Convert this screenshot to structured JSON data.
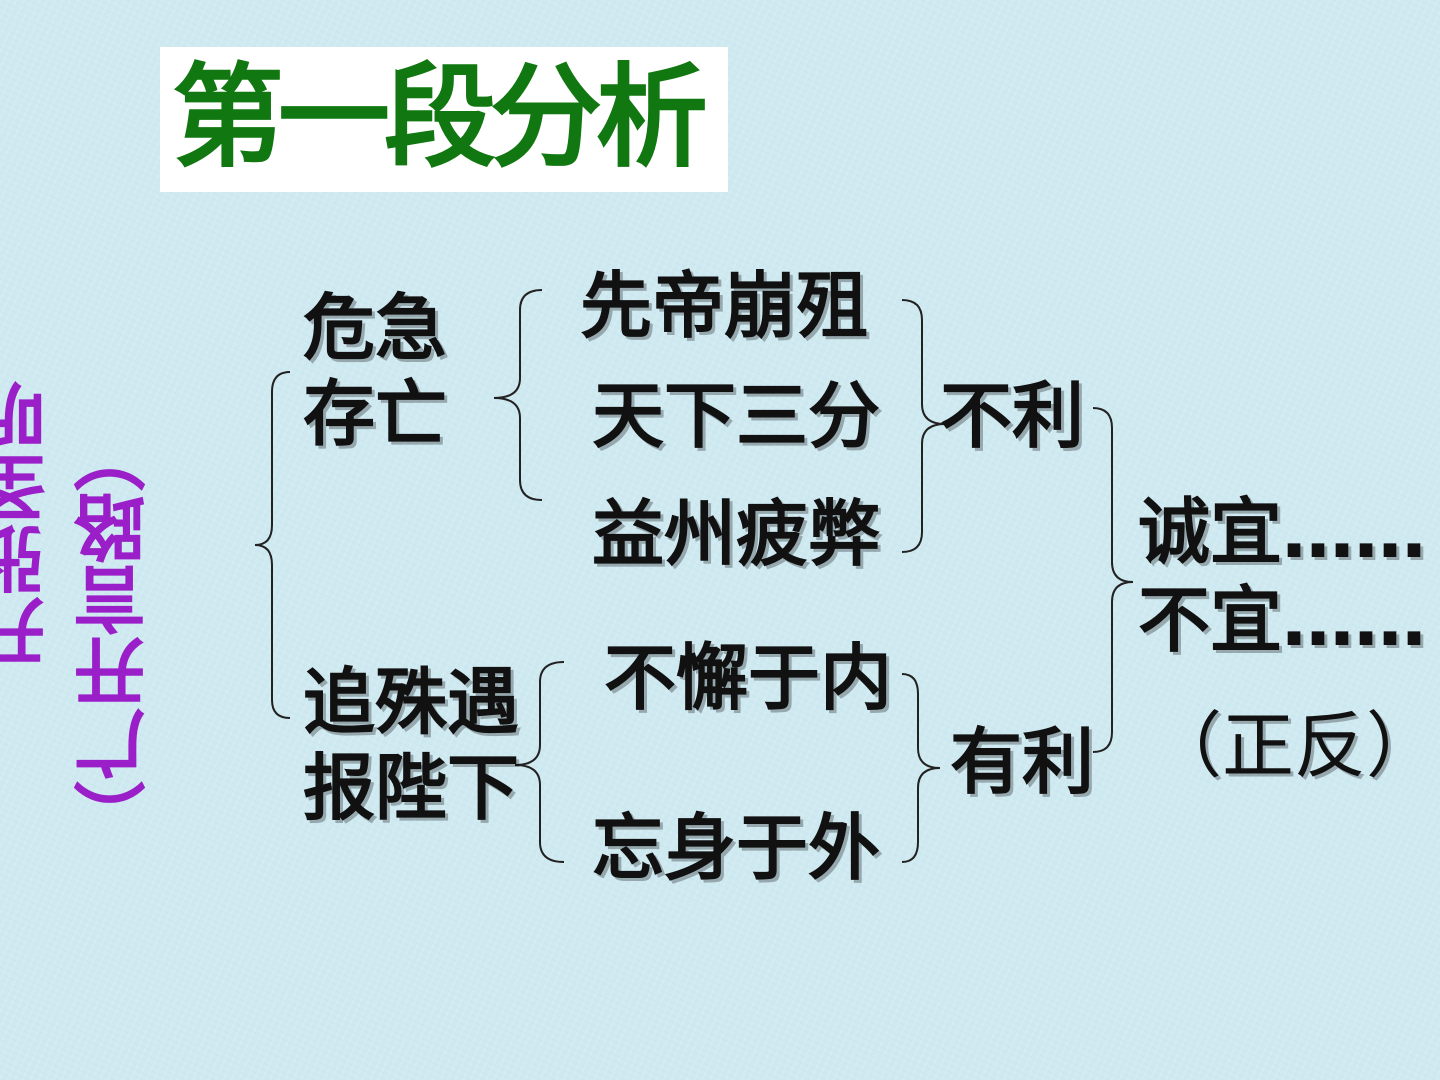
{
  "title": "第一段分析",
  "side_labels": {
    "outer": "开张圣听",
    "inner": "（广开言路）"
  },
  "branches": {
    "top": {
      "label_line1": "危急",
      "label_line2": "存亡"
    },
    "bottom": {
      "label_line1": "追殊遇",
      "label_line2": "报陛下"
    }
  },
  "items": {
    "item1": "先帝崩殂",
    "item2": "天下三分",
    "item3": "益州疲弊",
    "item4": "不懈于内",
    "item5": "忘身于外"
  },
  "results": {
    "bad": "不利",
    "good": "有利"
  },
  "conclusion": {
    "line1": "诚宜……",
    "line2": "不宜……",
    "line3": "（正反）"
  }
}
